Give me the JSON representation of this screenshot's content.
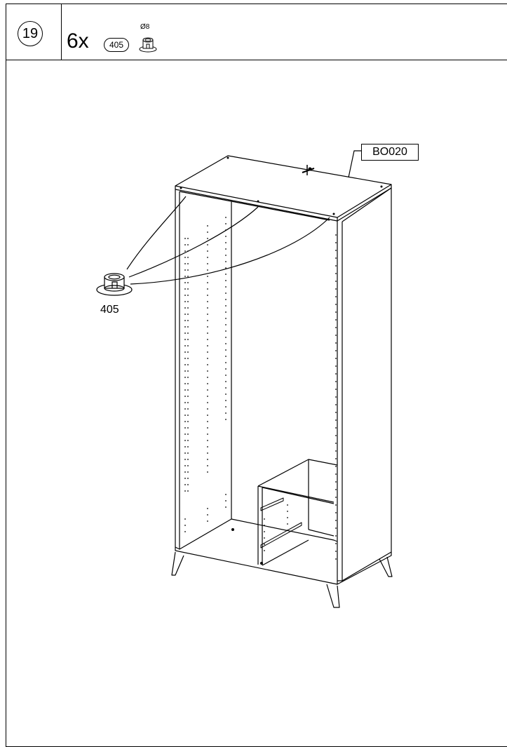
{
  "step": {
    "number": "19"
  },
  "header": {
    "quantity": "6x",
    "part_number": "405",
    "diameter": "Ø8"
  },
  "diagram": {
    "panel_callout": "BO020",
    "part_label": "405"
  },
  "icons": [
    "cam-dowel-icon",
    "cabinet-drawing"
  ]
}
